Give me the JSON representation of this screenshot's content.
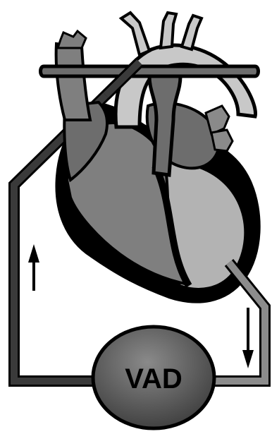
{
  "diagram": {
    "device_label": "VAD",
    "colors": {
      "outline": "#000000",
      "heart_dark": "#555555",
      "heart_mid": "#7f7f7f",
      "heart_light": "#b3b3b3",
      "aorta_light": "#c8c8c8",
      "pulmonary": "#6d6d6d",
      "inflow_tube": "#8c8c8c",
      "outflow_tube": "#3a3a3a",
      "pump_fill": "#6e6e6e"
    },
    "arrows": {
      "left": "up-arrow",
      "right": "down-arrow"
    }
  }
}
